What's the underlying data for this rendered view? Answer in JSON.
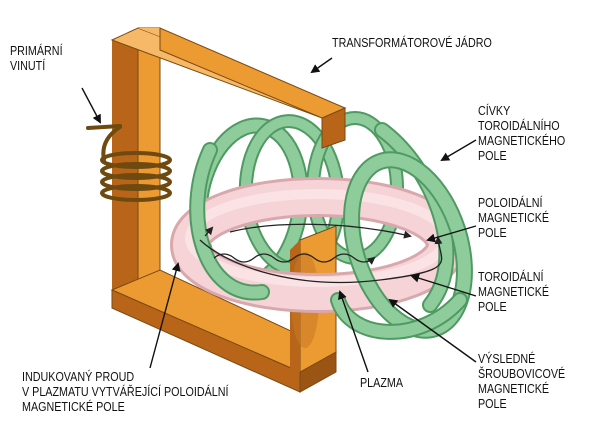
{
  "labels": {
    "primary_winding": [
      "PRIMÁRNÍ",
      "VINUTÍ"
    ],
    "core": [
      "TRANSFORMÁTOROVÉ JÁDRO"
    ],
    "toroidal_coils": [
      "CÍVKY",
      "TOROIDÁLNÍHO",
      "MAGNETICKÉHO",
      "POLE"
    ],
    "poloidal_field": [
      "POLOIDÁLNÍ",
      "MAGNETICKÉ",
      "POLE"
    ],
    "toroidal_field": [
      "TOROIDÁLNÍ",
      "MAGNETICKÉ",
      "POLE"
    ],
    "helical_field": [
      "VÝSLEDNÉ",
      "ŠROUBOVICOVÉ",
      "MAGNETICKÉ",
      "POLE"
    ],
    "plasma": [
      "PLAZMA"
    ],
    "induced_current": [
      "INDUKOVANÝ PROUD",
      "V PLAZMATU VYTVÁŘEJÍCÍ POLOIDÁLNÍ",
      "MAGNETICKÉ POLE"
    ]
  },
  "colors": {
    "core": "#ec9a32",
    "core_dark": "#b8651a",
    "core_top": "#f6b967",
    "coil": "#8fcc9c",
    "coil_dark": "#4f9a63",
    "plasma": "#f5d3d6",
    "plasma_dark": "#d9a8ad",
    "winding": "#7a5518"
  }
}
